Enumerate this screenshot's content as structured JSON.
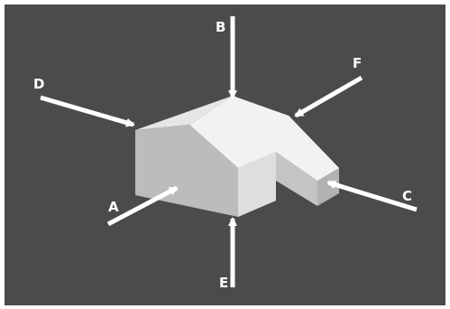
{
  "diagram": {
    "background": "#4b4b4b",
    "arrow_color": "#ffffff",
    "faces": {
      "roof_left": "#e6e6e6",
      "roof_right": "#f2f2f2",
      "front_left": "#bcbcbc",
      "front_right": "#dedede",
      "notch_top": "#ececec",
      "notch_side": "#d0d0d0",
      "wing_top": "#e9e9e9",
      "wing_front": "#c4c4c4",
      "wing_end": "#b2b2b2"
    },
    "labels": {
      "A": "A",
      "B": "B",
      "C": "C",
      "D": "D",
      "E": "E",
      "F": "F"
    }
  }
}
